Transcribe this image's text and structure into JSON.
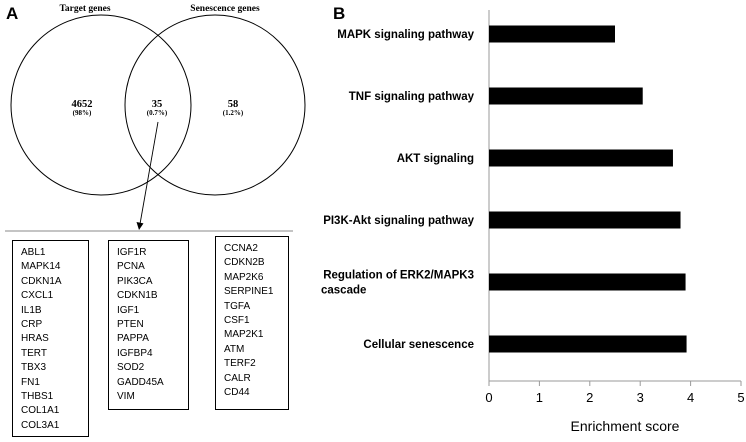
{
  "panel_a": {
    "letter": "A",
    "venn": {
      "left_title": "Target genes",
      "right_title": "Senescence genes",
      "left_count": "4652",
      "left_pct": "(98%)",
      "overlap_count": "35",
      "overlap_pct": "(0.7%)",
      "right_count": "58",
      "right_pct": "(1.2%)"
    },
    "gene_lists": [
      [
        "ABL1",
        "MAPK14",
        "CDKN1A",
        "CXCL1",
        "IL1B",
        "CRP",
        "HRAS",
        "TERT",
        "TBX3",
        "FN1",
        "THBS1",
        "COL1A1",
        "COL3A1"
      ],
      [
        "IGF1R",
        "PCNA",
        "PIK3CA",
        "CDKN1B",
        "IGF1",
        "PTEN",
        "PAPPA",
        "IGFBP4",
        "SOD2",
        "GADD45A",
        "VIM"
      ],
      [
        "CCNA2",
        "CDKN2B",
        "MAP2K6",
        "SERPINE1",
        "TGFA",
        "CSF1",
        "MAP2K1",
        "ATM",
        "TERF2",
        "CALR",
        "CD44"
      ]
    ]
  },
  "panel_b": {
    "letter": "B"
  },
  "colors": {
    "bar": "#000000",
    "axis": "#9a9a9a"
  },
  "chart_data": {
    "type": "bar",
    "orientation": "horizontal",
    "categories": [
      [
        "MAPK signaling pathway"
      ],
      [
        "TNF signaling pathway"
      ],
      [
        "AKT signaling"
      ],
      [
        "PI3K-Akt signaling pathway"
      ],
      [
        "Regulation of ERK2/MAPK3",
        "cascade"
      ],
      [
        "Cellular senescence"
      ]
    ],
    "values": [
      2.5,
      3.05,
      3.65,
      3.8,
      3.9,
      3.92
    ],
    "xlabel": "Enrichment score",
    "xlim": [
      0,
      5
    ],
    "xticks": [
      0,
      1,
      2,
      3,
      4,
      5
    ],
    "grid": false
  }
}
